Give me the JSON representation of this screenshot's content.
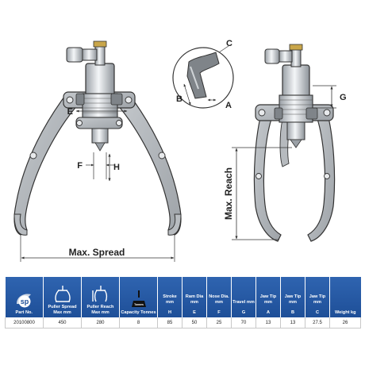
{
  "diagram": {
    "labels": {
      "e": "E",
      "f": "F",
      "h": "H",
      "max_spread": "Max. Spread",
      "max_reach": "Max. Reach",
      "a": "A",
      "b": "B",
      "c": "C",
      "g": "G"
    }
  },
  "table": {
    "logo_text": "sp",
    "headers": {
      "part_no": "Part No.",
      "puller_spread": "Puller Spread Max mm",
      "puller_reach": "Puller Reach Max mm",
      "capacity": "Capacity Tonnes",
      "capacity_icon_text": "Tonnes",
      "stroke": "Stroke mm",
      "stroke_sym": "H",
      "ram_dia": "Ram Dia mm",
      "ram_sym": "E",
      "nose_dia": "Nose Dia. mm",
      "nose_sym": "F",
      "travel": "Travel mm",
      "travel_sym": "G",
      "jaw_tip_a": "Jaw Tip mm",
      "jaw_a_sym": "A",
      "jaw_tip_b": "Jaw Tip mm",
      "jaw_b_sym": "B",
      "jaw_tip_c": "Jaw Tip mm",
      "jaw_c_sym": "C",
      "weight": "Weight kg"
    },
    "row": {
      "part_no": "20100800",
      "puller_spread": "450",
      "puller_reach": "280",
      "capacity": "8",
      "stroke": "85",
      "ram_dia": "50",
      "nose_dia": "25",
      "travel": "70",
      "jaw_tip_a": "13",
      "jaw_tip_b": "13",
      "jaw_tip_c": "27.5",
      "weight": "26"
    }
  }
}
